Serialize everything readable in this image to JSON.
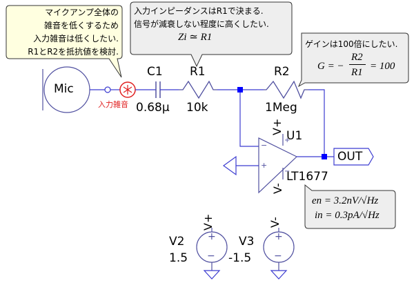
{
  "colors": {
    "wire": "#3b3bd0",
    "component": "#5050a0",
    "node": "#0000ff",
    "noise": "#e02020",
    "balloon_yellow": "#ffffe0",
    "balloon_gray": "#eeeeee"
  },
  "balloons": {
    "noise_note": {
      "lines": [
        "マイクアンプ全体の",
        "雑音を低くするため",
        "入力雑音は低くしたい.",
        "R1とR2を抵抗値を検討."
      ]
    },
    "impedance_note": {
      "lines": [
        "入力インピーダンスはR1で決まる.",
        "信号が減衰しない程度に高くしたい."
      ],
      "formula": "Zi ≃ R1"
    },
    "gain_note": {
      "line": "ゲインは100倍にしたい.",
      "formula_left": "G = −",
      "formula_num": "R2",
      "formula_den": "R1",
      "formula_right": "= 100"
    },
    "noise_spec": {
      "en": "en = 3.2nV/√Hz",
      "in": "in = 0.3pA/√Hz"
    }
  },
  "components": {
    "mic": {
      "label": "Mic"
    },
    "noise_source": {
      "label": "入力雑音"
    },
    "c1": {
      "name": "C1",
      "value": "0.68μ"
    },
    "r1": {
      "name": "R1",
      "value": "10k"
    },
    "r2": {
      "name": "R2",
      "value": "1Meg"
    },
    "u1": {
      "name": "U1",
      "model": "LT1677",
      "vplus": "V+",
      "vminus": "V-",
      "inv": "−",
      "noninv": "+"
    },
    "out": {
      "label": "OUT"
    },
    "v2": {
      "name": "V2",
      "value": "1.5",
      "net": "V+"
    },
    "v3": {
      "name": "V3",
      "value": "-1.5",
      "net": "V-"
    }
  }
}
